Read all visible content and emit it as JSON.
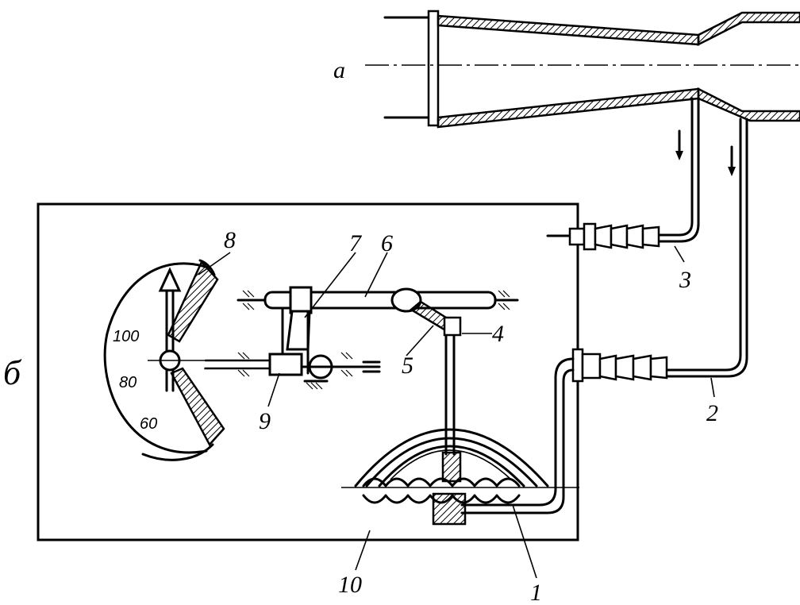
{
  "labels": {
    "a": "a",
    "b": "б",
    "n1": "1",
    "n2": "2",
    "n3": "3",
    "n4": "4",
    "n5": "5",
    "n6": "6",
    "n7": "7",
    "n8": "8",
    "n9": "9",
    "n10": "10"
  },
  "dial": {
    "marks": [
      "100",
      "80",
      "60"
    ]
  },
  "colors": {
    "ink": "#000000",
    "paper": "#ffffff"
  }
}
